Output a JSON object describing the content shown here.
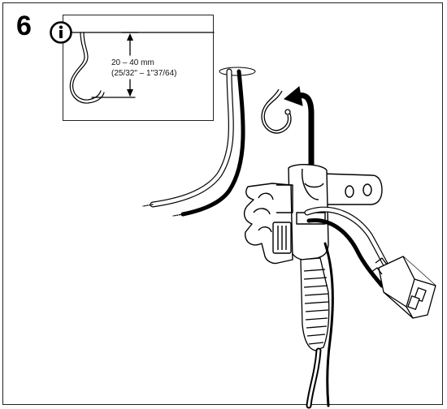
{
  "step": {
    "number": "6"
  },
  "info": {
    "icon": "info-icon"
  },
  "dimension": {
    "metric": "20 – 40 mm",
    "imperial": "(25/32\" – 1\"37/64)"
  },
  "colors": {
    "line": "#000000",
    "background": "#ffffff"
  }
}
